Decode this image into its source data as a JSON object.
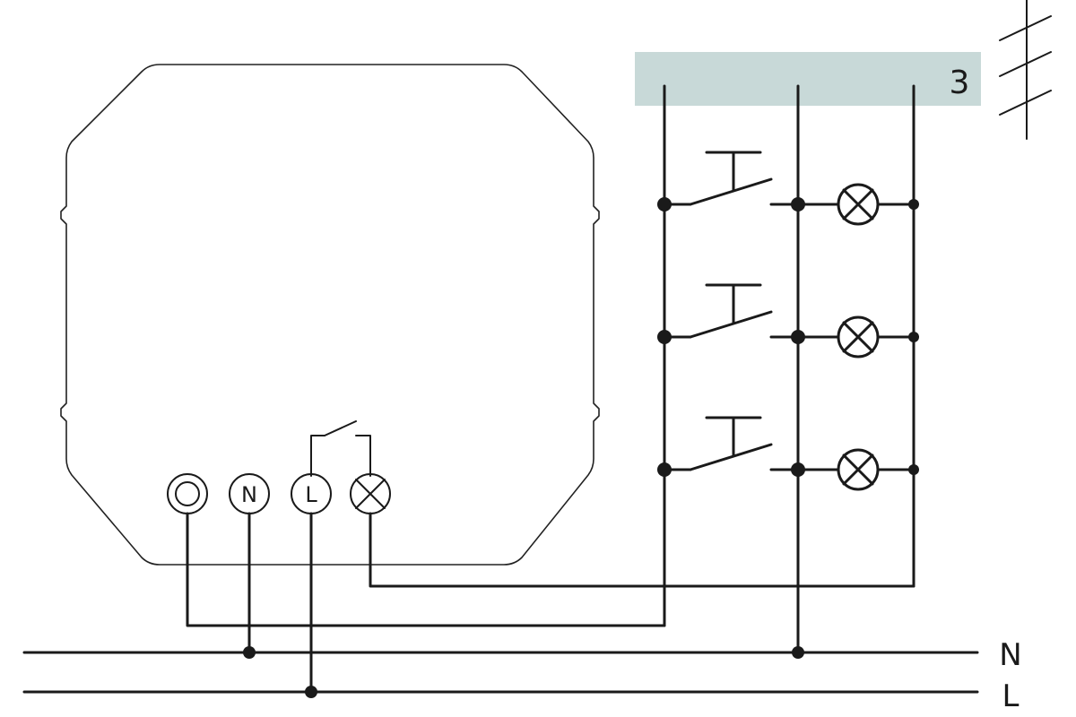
{
  "bus": {
    "label": "3",
    "fill_color": "#c8d9d8"
  },
  "terminals": [
    {
      "name": "output-o",
      "symbol": "O"
    },
    {
      "name": "neutral-n",
      "symbol": "N"
    },
    {
      "name": "line-l",
      "symbol": "L"
    },
    {
      "name": "lamp-output",
      "symbol": "lamp-icon"
    }
  ],
  "rails": {
    "neutral_label": "N",
    "line_label": "L"
  },
  "pushbutton_rows": 3,
  "colors": {
    "wire": "#1a1a1a",
    "housing_outline": "#222222",
    "background": "#ffffff"
  }
}
